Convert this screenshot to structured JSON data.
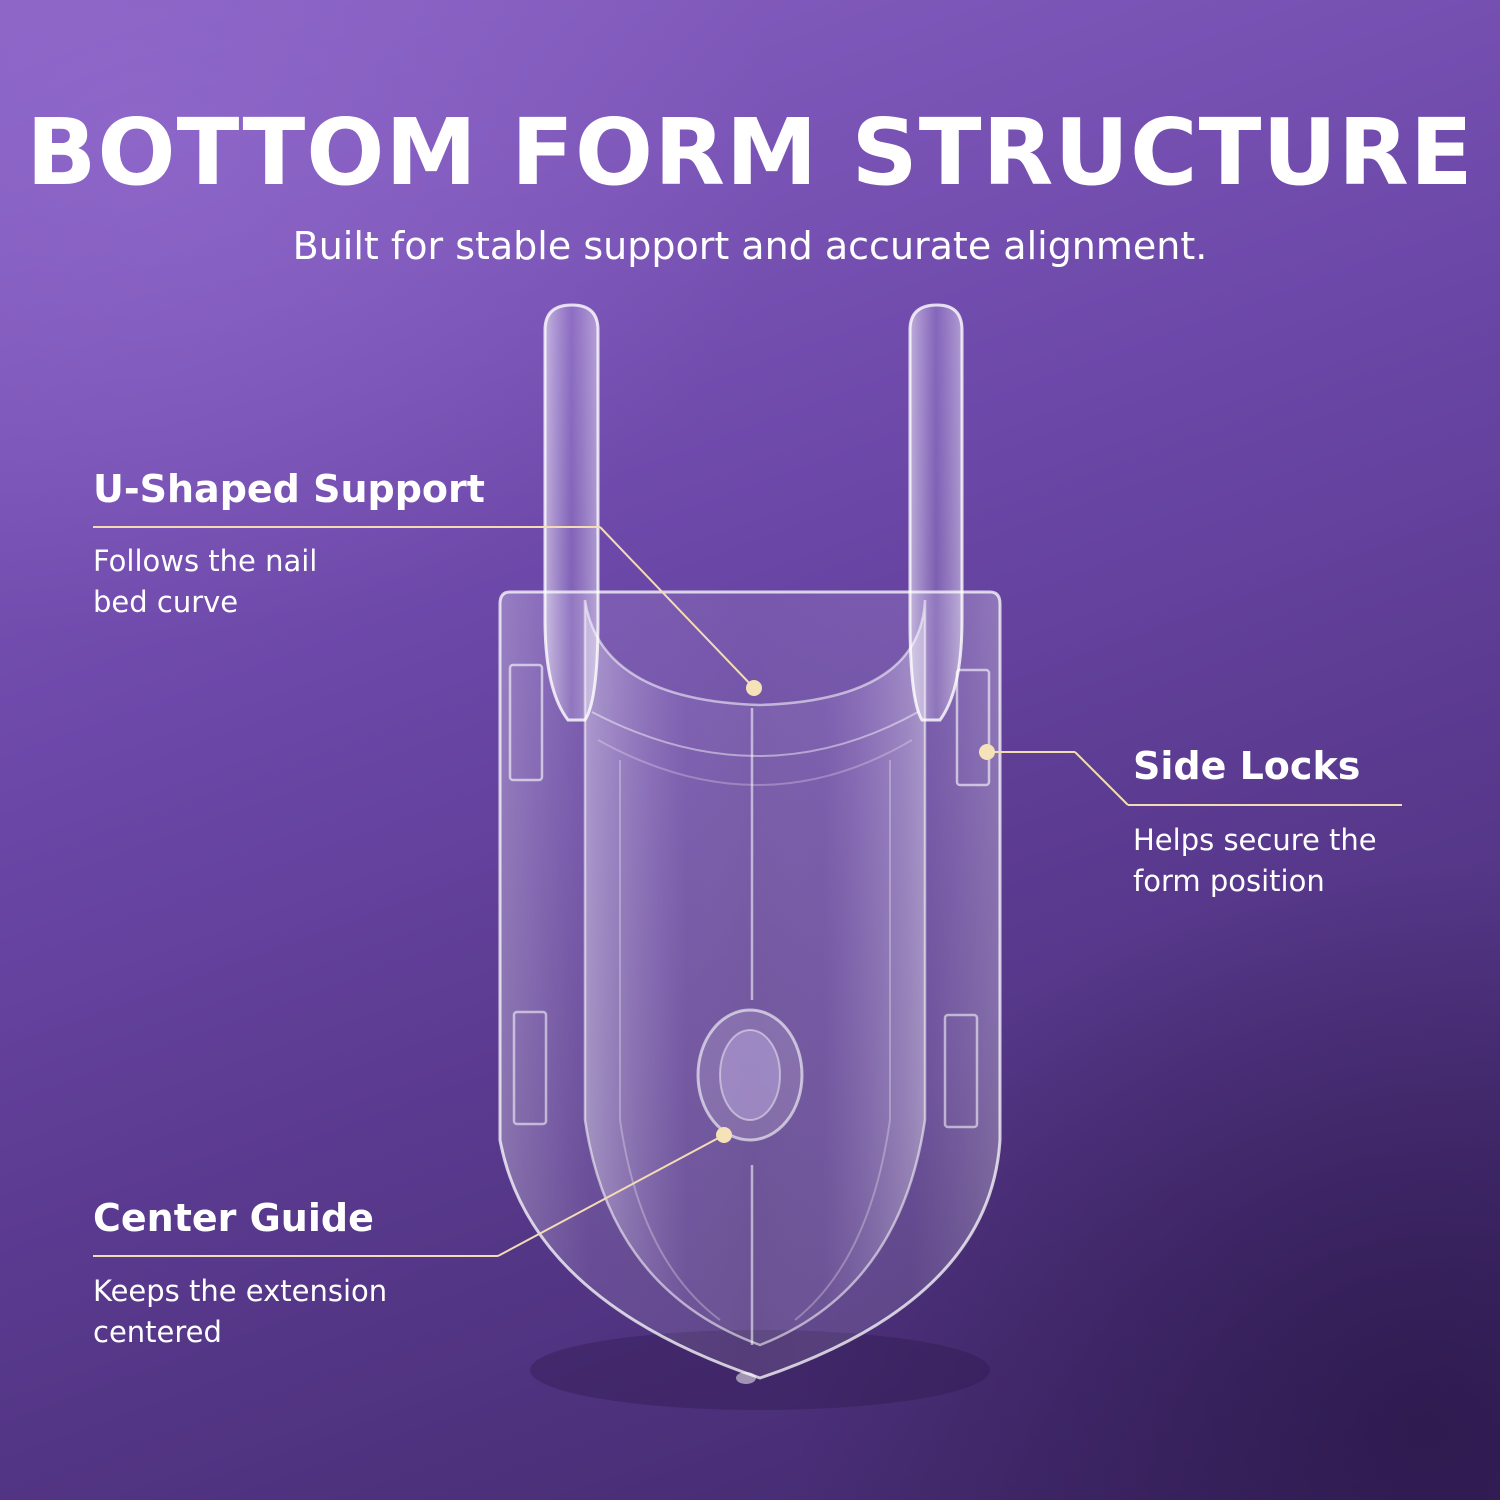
{
  "header": {
    "title": "BOTTOM FORM STRUCTURE",
    "subtitle": "Built for stable support and accurate alignment."
  },
  "callouts": {
    "u_shaped": {
      "title": "U-Shaped Support",
      "desc_line1": "Follows the nail",
      "desc_line2": "bed curve"
    },
    "side_locks": {
      "title": "Side Locks",
      "desc_line1": "Helps secure the",
      "desc_line2": "form position"
    },
    "center_guide": {
      "title": "Center Guide",
      "desc_line1": "Keeps the extension",
      "desc_line2": "centered"
    }
  },
  "colors": {
    "accent_line": "#f3dcb4",
    "accent_dot": "#f6e2b8",
    "text": "#ffffff"
  }
}
